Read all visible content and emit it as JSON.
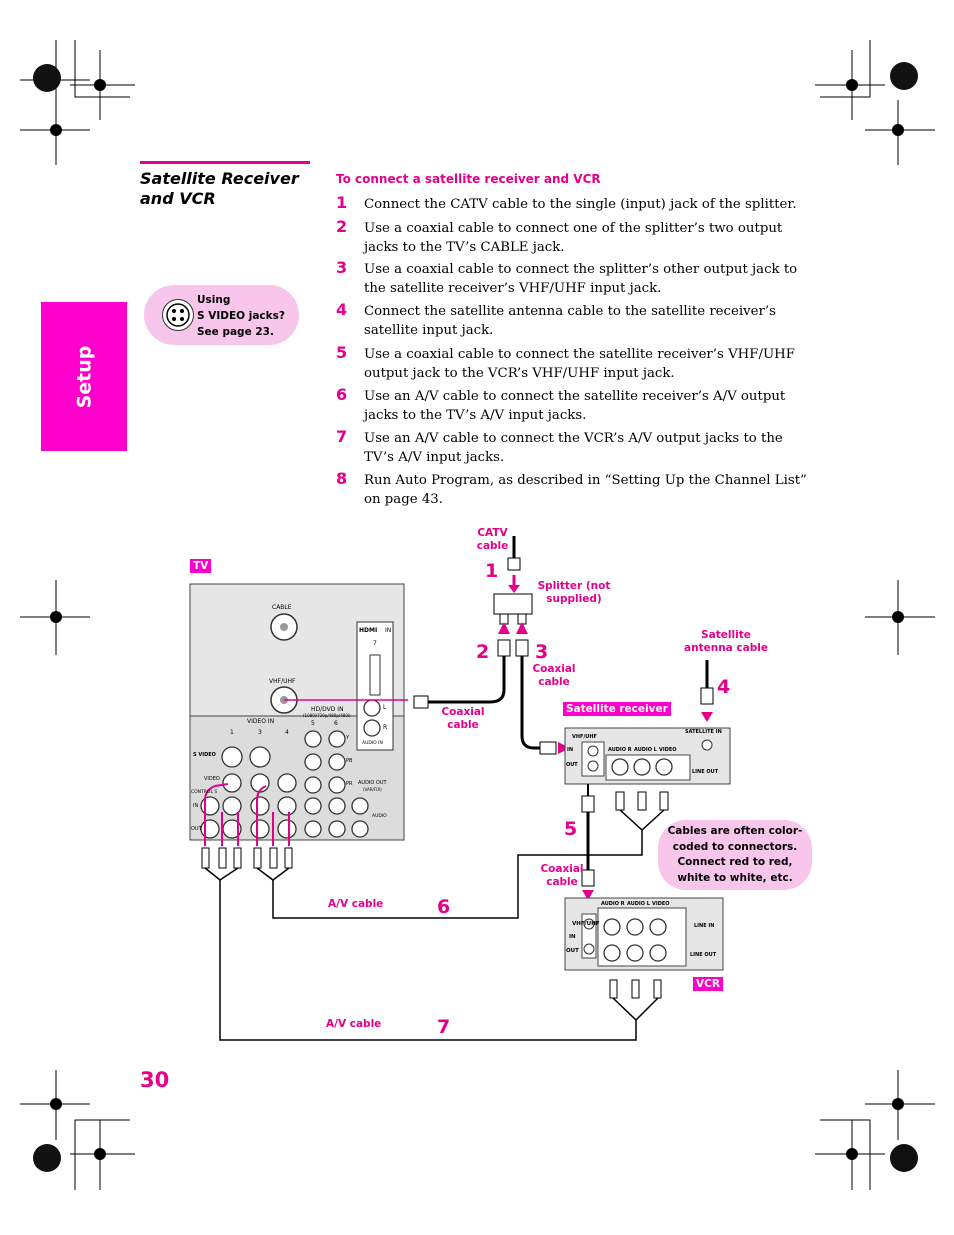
{
  "sidebar": {
    "label": "Setup"
  },
  "section": {
    "title": "Satellite Receiver and VCR"
  },
  "tip": {
    "text": "Using\nS VIDEO jacks?\nSee page 23."
  },
  "subhead": "To connect a satellite receiver and VCR",
  "steps": [
    {
      "num": "1",
      "text": "Connect the CATV cable to the single (input) jack of the splitter."
    },
    {
      "num": "2",
      "text": "Use a coaxial cable to connect one of the splitter’s two output jacks to the TV’s CABLE jack."
    },
    {
      "num": "3",
      "text": "Use a coaxial cable to connect the splitter’s other output jack to the satellite receiver’s VHF/UHF input jack."
    },
    {
      "num": "4",
      "text": "Connect the satellite antenna cable to the satellite receiver’s satellite input jack."
    },
    {
      "num": "5",
      "text": "Use a coaxial cable to connect the satellite receiver’s VHF/UHF output jack to the VCR’s VHF/UHF input jack."
    },
    {
      "num": "6",
      "text": "Use an A/V cable to connect the satellite receiver’s A/V output jacks to the TV’s A/V input jacks."
    },
    {
      "num": "7",
      "text": "Use an A/V cable to connect the VCR’s A/V output jacks to the TV’s A/V input jacks."
    },
    {
      "num": "8",
      "text": "Run Auto Program, as described in “Setting Up the Channel List” on page 43."
    }
  ],
  "diagram": {
    "tv_label": "TV",
    "catv_label": "CATV cable",
    "splitter_label": "Splitter (not supplied)",
    "coax1_label": "Coaxial cable",
    "coax2_label": "Coaxial cable",
    "coax3_label": "Coaxial cable",
    "sat_antenna_label": "Satellite antenna cable",
    "sat_receiver_label": "Satellite receiver",
    "av_cable_6": "A/V cable",
    "av_cable_7": "A/V cable",
    "vcr_label": "VCR",
    "cable_note": "Cables are often color-coded to connectors. Connect red to red, white to white, etc.",
    "numbers": [
      "1",
      "2",
      "3",
      "4",
      "5",
      "6",
      "7"
    ],
    "tv_panel": {
      "cable": "CABLE",
      "vhf_uhf": "VHF/UHF",
      "hdmi": "HDMI",
      "hdmi_in": "IN",
      "hdmi_num": "7",
      "video_in": "VIDEO IN",
      "video_cols": [
        "1",
        "3",
        "4"
      ],
      "hd_dvd_in": "HD/DVD IN",
      "hd_dvd_sub": "(1080i/720p/480p/480i)",
      "hd_cols": [
        "5",
        "6"
      ],
      "s_video": "S VIDEO",
      "video": "VIDEO",
      "control_s": "CONTROL S",
      "ctrl_in": "IN",
      "ctrl_out": "OUT",
      "l": "L",
      "r": "R",
      "audio_in": "AUDIO IN",
      "audio_out": "AUDIO OUT",
      "var_fix": "(VAR/FIX)",
      "y": "Y",
      "pb": "PB",
      "pr": "PR",
      "audio": "AUDIO"
    },
    "sat_panel": {
      "vhf_uhf": "VHF/UHF",
      "in": "IN",
      "out": "OUT",
      "audio_r": "AUDIO R",
      "audio_l": "AUDIO L",
      "video": "VIDEO",
      "sat_in": "SATELLITE IN",
      "line_out": "LINE OUT"
    },
    "vcr_panel": {
      "vhf_uhf": "VHF/UHF",
      "in": "IN",
      "out": "OUT",
      "audio_r": "AUDIO R",
      "audio_l": "AUDIO L",
      "video": "VIDEO",
      "line_in": "LINE IN",
      "line_out": "LINE OUT"
    }
  },
  "page_number": "30",
  "colors": {
    "accent": "#e4008b",
    "tab": "#ff00cc",
    "bubble": "#f7c6ea"
  }
}
